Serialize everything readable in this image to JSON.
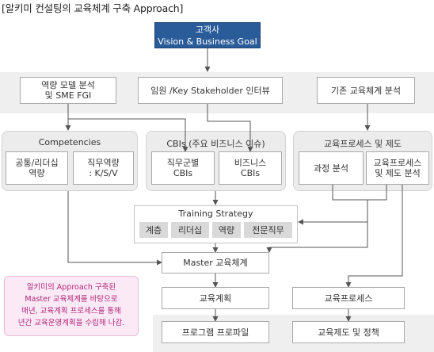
{
  "title": "[알키미 컨설팅의 교육체계 구축 Approach]",
  "goal": {
    "line1": "고객사",
    "line2": "Vision & Business Goal"
  },
  "analysis": {
    "competency_model": "역량 모델 분석\n및 SME FGI",
    "interview": "임원 /Key Stakeholder 인터뷰",
    "existing": "기존 교육체계 분석"
  },
  "competencies": {
    "title": "Competencies",
    "common": "공통/리더십\n역량",
    "job": "직무역량\n: K/S/V"
  },
  "cbis": {
    "title": "CBIs (주요 비즈니스 이슈)",
    "job_group": "직무군별\nCBIs",
    "business": "비즈니스\nCBIs"
  },
  "edu_process": {
    "title": "교육프로세스 및 제도",
    "course": "과정 분석",
    "process_system": "교육프로세스\n및 제도 분석"
  },
  "training_strategy": {
    "title": "Training Strategy",
    "items": [
      "계층",
      "리더십",
      "역량",
      "전문직무"
    ]
  },
  "master": "Master 교육체계",
  "outputs": {
    "plan": "교육계획",
    "process": "교육프로세스",
    "program_profile": "프로그램 프로파일",
    "system_policy": "교육제도 및 정책"
  },
  "note": "알키미의 Approach 구축된\nMaster 교육체계를 바탕으로\n매년, 교육계획 프로세스를 통해\n년간 교육운영계획을 수립해 나감."
}
